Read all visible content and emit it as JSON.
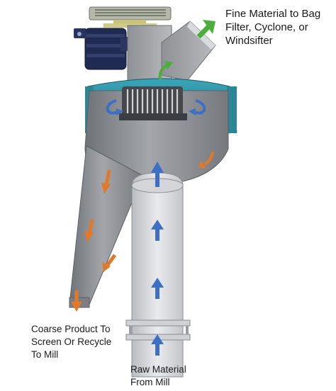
{
  "labels": {
    "fine_material": [
      "Fine Material to Bag",
      "Filter, Cyclone, or",
      "Windsifter"
    ],
    "coarse_product": [
      "Coarse Product To",
      "Screen Or Recycle",
      "To Mill"
    ],
    "raw_material": [
      "Raw Material",
      "From Mill"
    ]
  },
  "colors": {
    "body_gray": "#8c8f93",
    "teal_housing": "#2e8fa3",
    "motor_blue": "#1f2b52",
    "arrow_orange": "#e07a2a",
    "arrow_blue": "#3d6fc4",
    "arrow_green": "#4caf3c"
  },
  "icons": [
    "fine-flow-arrow-icon",
    "coarse-flow-arrow-icon",
    "raw-flow-arrow-icon",
    "recirculation-arrow-icon"
  ]
}
